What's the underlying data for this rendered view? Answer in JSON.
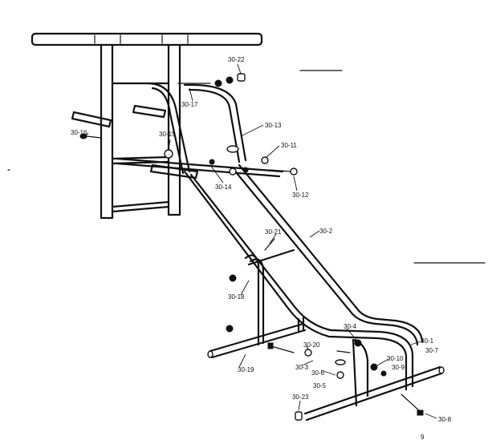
{
  "labels": {
    "p30_22": "30-22",
    "p30_17": "30-17",
    "p30_13": "30-13",
    "p30_11": "30-11",
    "p30_16": "30-16",
    "p30_15": "30-15",
    "p30_14": "30-14",
    "p30_12": "30-12",
    "p30_21": "30-21",
    "p30_2": "30-2",
    "p30_18": "30-18",
    "p30_4": "30-4",
    "p30_1": "30-1",
    "p30_7": "30-7",
    "p30_20": "30-20",
    "p30_10": "30-10",
    "p30_9": "30-9",
    "p30_19": "30-19",
    "p30_3": "30-3",
    "p30_6": "30-6",
    "p30_5": "30-5",
    "p30_23": "30-23",
    "p30_8": "30-8",
    "page_mark": "9"
  }
}
